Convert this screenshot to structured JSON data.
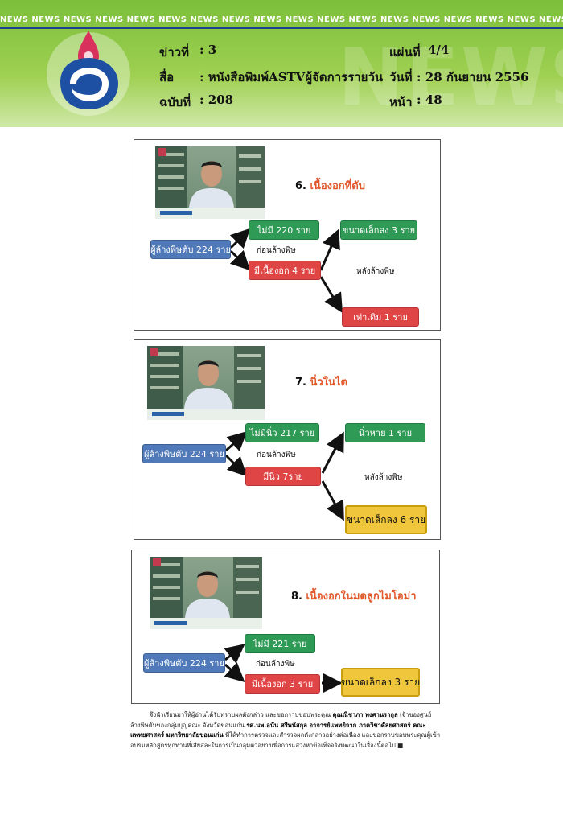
{
  "header": {
    "ticker": "NEWS NEWS NEWS NEWS NEWS NEWS NEWS NEWS NEWS NEWS NEWS NEWS NEWS NEWS NEWS NEWS NEWS NEWS NEWS NEWS NEWS NEWS NEWS NEWS NEWS",
    "watermark": "NEWS",
    "news_no_label": "ข่าวที่",
    "news_no_value": ": 3",
    "media_label": "สื่อ",
    "media_value": ": หนังสือพิมพ์ASTVผู้จัดการรายวัน",
    "issue_label": "ฉบับที่",
    "issue_value": ": 208",
    "sheet_label": "แผ่นที่",
    "sheet_value": "4/4",
    "date_label": "วันที่",
    "date_value": ": 28 กันยายน 2556",
    "page_label": "หน้า",
    "page_value": ": 48",
    "colors": {
      "green": "#7bbf3a",
      "stripe": "#1d3f8f",
      "logo_blue": "#1d4fa3",
      "logo_red": "#d8315b"
    }
  },
  "slides": [
    {
      "number": "6.",
      "title": "เนื้องอกที่ตับ",
      "root": "ผู้ล้างพิษตับ 224 ราย",
      "branch_top": "ไม่มี 220 ราย",
      "branch_bottom": "มีเนื้องอก 4 ราย",
      "before": "ก่อนล้างพิษ",
      "after": "หลังล้างพิษ",
      "result_top": "ขนาดเล็กลง 3 ราย",
      "result_bottom": "เท่าเดิม 1 ราย"
    },
    {
      "number": "7.",
      "title": "นิ่วในไต",
      "root": "ผู้ล้างพิษตับ 224 ราย",
      "branch_top": "ไม่มีนิ่ว 217 ราย",
      "branch_bottom": "มีนิ่ว 7ราย",
      "before": "ก่อนล้างพิษ",
      "after": "หลังล้างพิษ",
      "result_top": "นิ่วหาย 1 ราย",
      "result_bottom": "ขนาดเล็กลง 6 ราย"
    },
    {
      "number": "8.",
      "title": "เนื้องอกในมดลูกไมโอม่า",
      "root": "ผู้ล้างพิษตับ 224 ราย",
      "branch_top": "ไม่มี 221 ราย",
      "branch_bottom": "มีเนื้องอก 3 ราย",
      "before": "ก่อนล้างพิษ",
      "result": "ขนาดเล็กลง 3 ราย"
    }
  ],
  "article": {
    "p1a": "จึงนำเรียนมาให้ผู้อ่านได้รับทราบผลดังกล่าว และขอกราบขอบพระคุณ ",
    "p1b": "คุณณิชาภา พงศานรากุล",
    "p1c": " เจ้าของศูนย์ล้างพิษตับของกลุ่มบุญคณะ จังหวัดขอนแก่น ",
    "p1d": "รศ.นพ.อนัน ศรีพนัสกุล อาจารย์แพทย์จาก ภาควิชาศัลยศาสตร์ คณะแพทยศาสตร์ มหาวิทยาลัยขอนแก่น",
    "p1e": " ที่ได้ทำการตรวจและสำรวจผลดังกล่าวอย่างต่อเนื่อง และขอกราบขอบพระคุณผู้เข้าอบรมหลักสูตรทุกท่านที่เสียสละในการเป็นกลุ่มตัวอย่างเพื่อการแสวงหาข้อเท็จจริงพัฒนาในเรื่องนี้ต่อไป ■"
  }
}
